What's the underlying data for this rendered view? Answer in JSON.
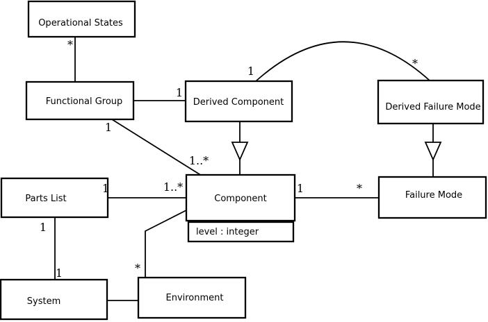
{
  "diagram": {
    "type": "uml-class-diagram",
    "colors": {
      "line": "#000000",
      "box_fill": "#ffffff",
      "background": "#ffffff",
      "text": "#000000"
    },
    "nodes": {
      "operational_states": {
        "label": "Operational States"
      },
      "functional_group": {
        "label": "Functional Group"
      },
      "derived_component": {
        "label": "Derived Component"
      },
      "derived_failure_mode": {
        "label": "Derived Failure Mode"
      },
      "parts_list": {
        "label": "Parts List"
      },
      "component": {
        "label": "Component",
        "attributes": [
          "level : integer"
        ]
      },
      "failure_mode": {
        "label": "Failure Mode"
      },
      "system": {
        "label": "System"
      },
      "environment": {
        "label": "Environment"
      }
    },
    "edges": [
      {
        "from": "operational_states",
        "to": "functional_group",
        "type": "association",
        "mult_from": "*"
      },
      {
        "from": "functional_group",
        "to": "derived_component",
        "type": "association",
        "mult_to": "1"
      },
      {
        "from": "functional_group",
        "to": "component",
        "type": "association",
        "mult_from": "1",
        "mult_to": "1..*"
      },
      {
        "from": "derived_component",
        "to": "derived_failure_mode",
        "type": "association",
        "mult_from": "1",
        "mult_to": "*"
      },
      {
        "from": "derived_component",
        "to": "component",
        "type": "generalization"
      },
      {
        "from": "derived_failure_mode",
        "to": "failure_mode",
        "type": "generalization"
      },
      {
        "from": "component",
        "to": "failure_mode",
        "type": "association",
        "mult_from": "1",
        "mult_to": "*"
      },
      {
        "from": "parts_list",
        "to": "component",
        "type": "association",
        "mult_from": "1",
        "mult_to": "1..*"
      },
      {
        "from": "parts_list",
        "to": "system",
        "type": "association",
        "mult_from": "1",
        "mult_to": "1"
      },
      {
        "from": "system",
        "to": "environment",
        "type": "association"
      },
      {
        "from": "environment",
        "to": "component",
        "type": "association",
        "mult_from": "*"
      }
    ]
  }
}
